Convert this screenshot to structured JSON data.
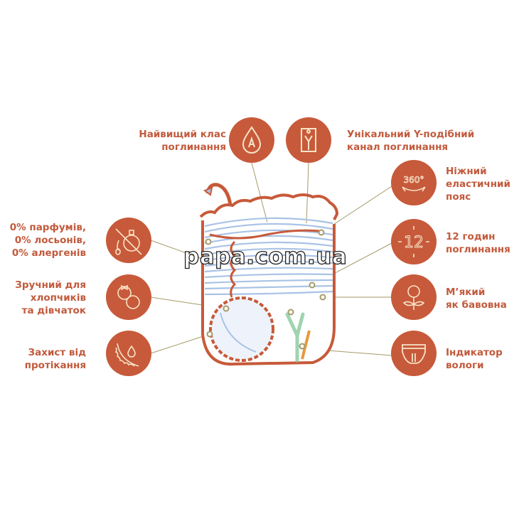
{
  "features": {
    "absorption_class": {
      "lines": [
        "Найвищий клас",
        "поглинання"
      ],
      "icon": "drop-a-icon"
    },
    "y_channel": {
      "lines": [
        "Унікальний Y-подібний",
        "канал поглинання"
      ],
      "icon": "y-channel-icon"
    },
    "elastic_waist": {
      "lines": [
        "Ніжний",
        "еластичний",
        "пояс"
      ],
      "icon": "rotate-360-icon",
      "icon_text": "360°"
    },
    "hours": {
      "lines": [
        "12 годин",
        "поглинання"
      ],
      "icon": "clock-12-icon",
      "icon_text": "12"
    },
    "soft_cotton": {
      "lines": [
        "М’який",
        "як бавовна"
      ],
      "icon": "cotton-flower-icon"
    },
    "wetness_indicator": {
      "lines": [
        "Індикатор",
        "вологи"
      ],
      "icon": "diaper-icon"
    },
    "no_perfume": {
      "lines": [
        "0% парфумів,",
        "0% лосьонів,",
        "0% алергенів"
      ],
      "icon": "no-perfume-icon"
    },
    "boys_girls": {
      "lines": [
        "Зручний для",
        "хлопчиків",
        "та дівчаток"
      ],
      "icon": "babies-icon"
    },
    "leak_protection": {
      "lines": [
        "Захист від",
        "протікання"
      ],
      "icon": "leak-guard-icon"
    }
  },
  "watermark": "papa.com.ua",
  "colors": {
    "accent": "#c75a3a",
    "stripe": "#a9c3e6",
    "line": "#a59a68",
    "channel": "#9fd4b0",
    "indicator": "#e79a3a"
  }
}
